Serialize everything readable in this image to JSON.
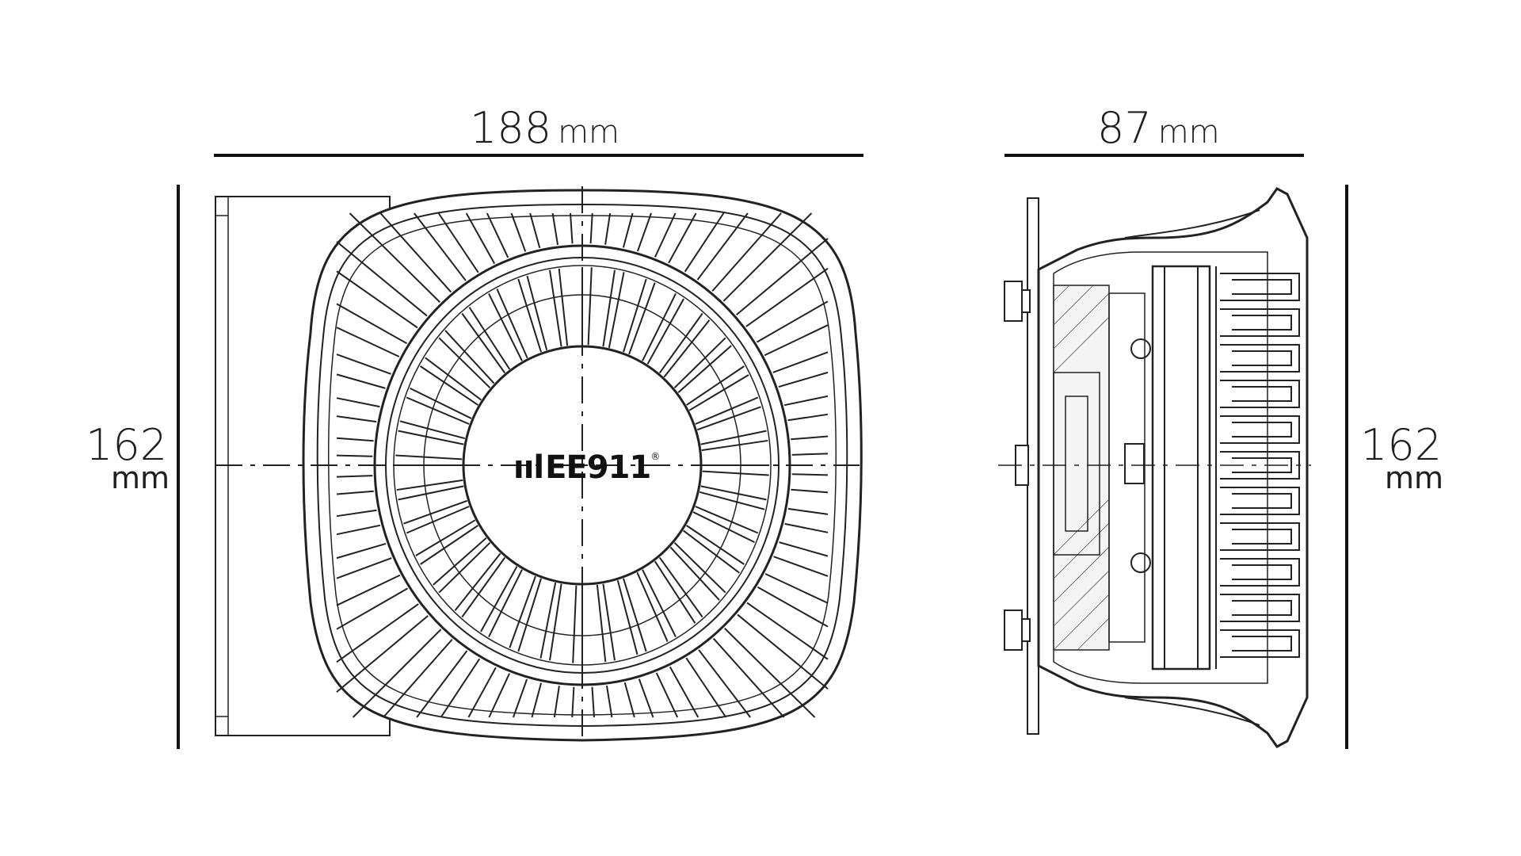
{
  "dimensions": {
    "front_width": {
      "value": "188",
      "unit": "mm"
    },
    "side_depth": {
      "value": "87",
      "unit": "mm"
    },
    "front_height": {
      "value": "162",
      "unit": "mm"
    },
    "side_height": {
      "value": "162",
      "unit": "mm"
    }
  },
  "logo": {
    "bars": "ııl",
    "text": "EE911",
    "reg": "®"
  },
  "colors": {
    "line": "#111111",
    "background": "#ffffff"
  }
}
